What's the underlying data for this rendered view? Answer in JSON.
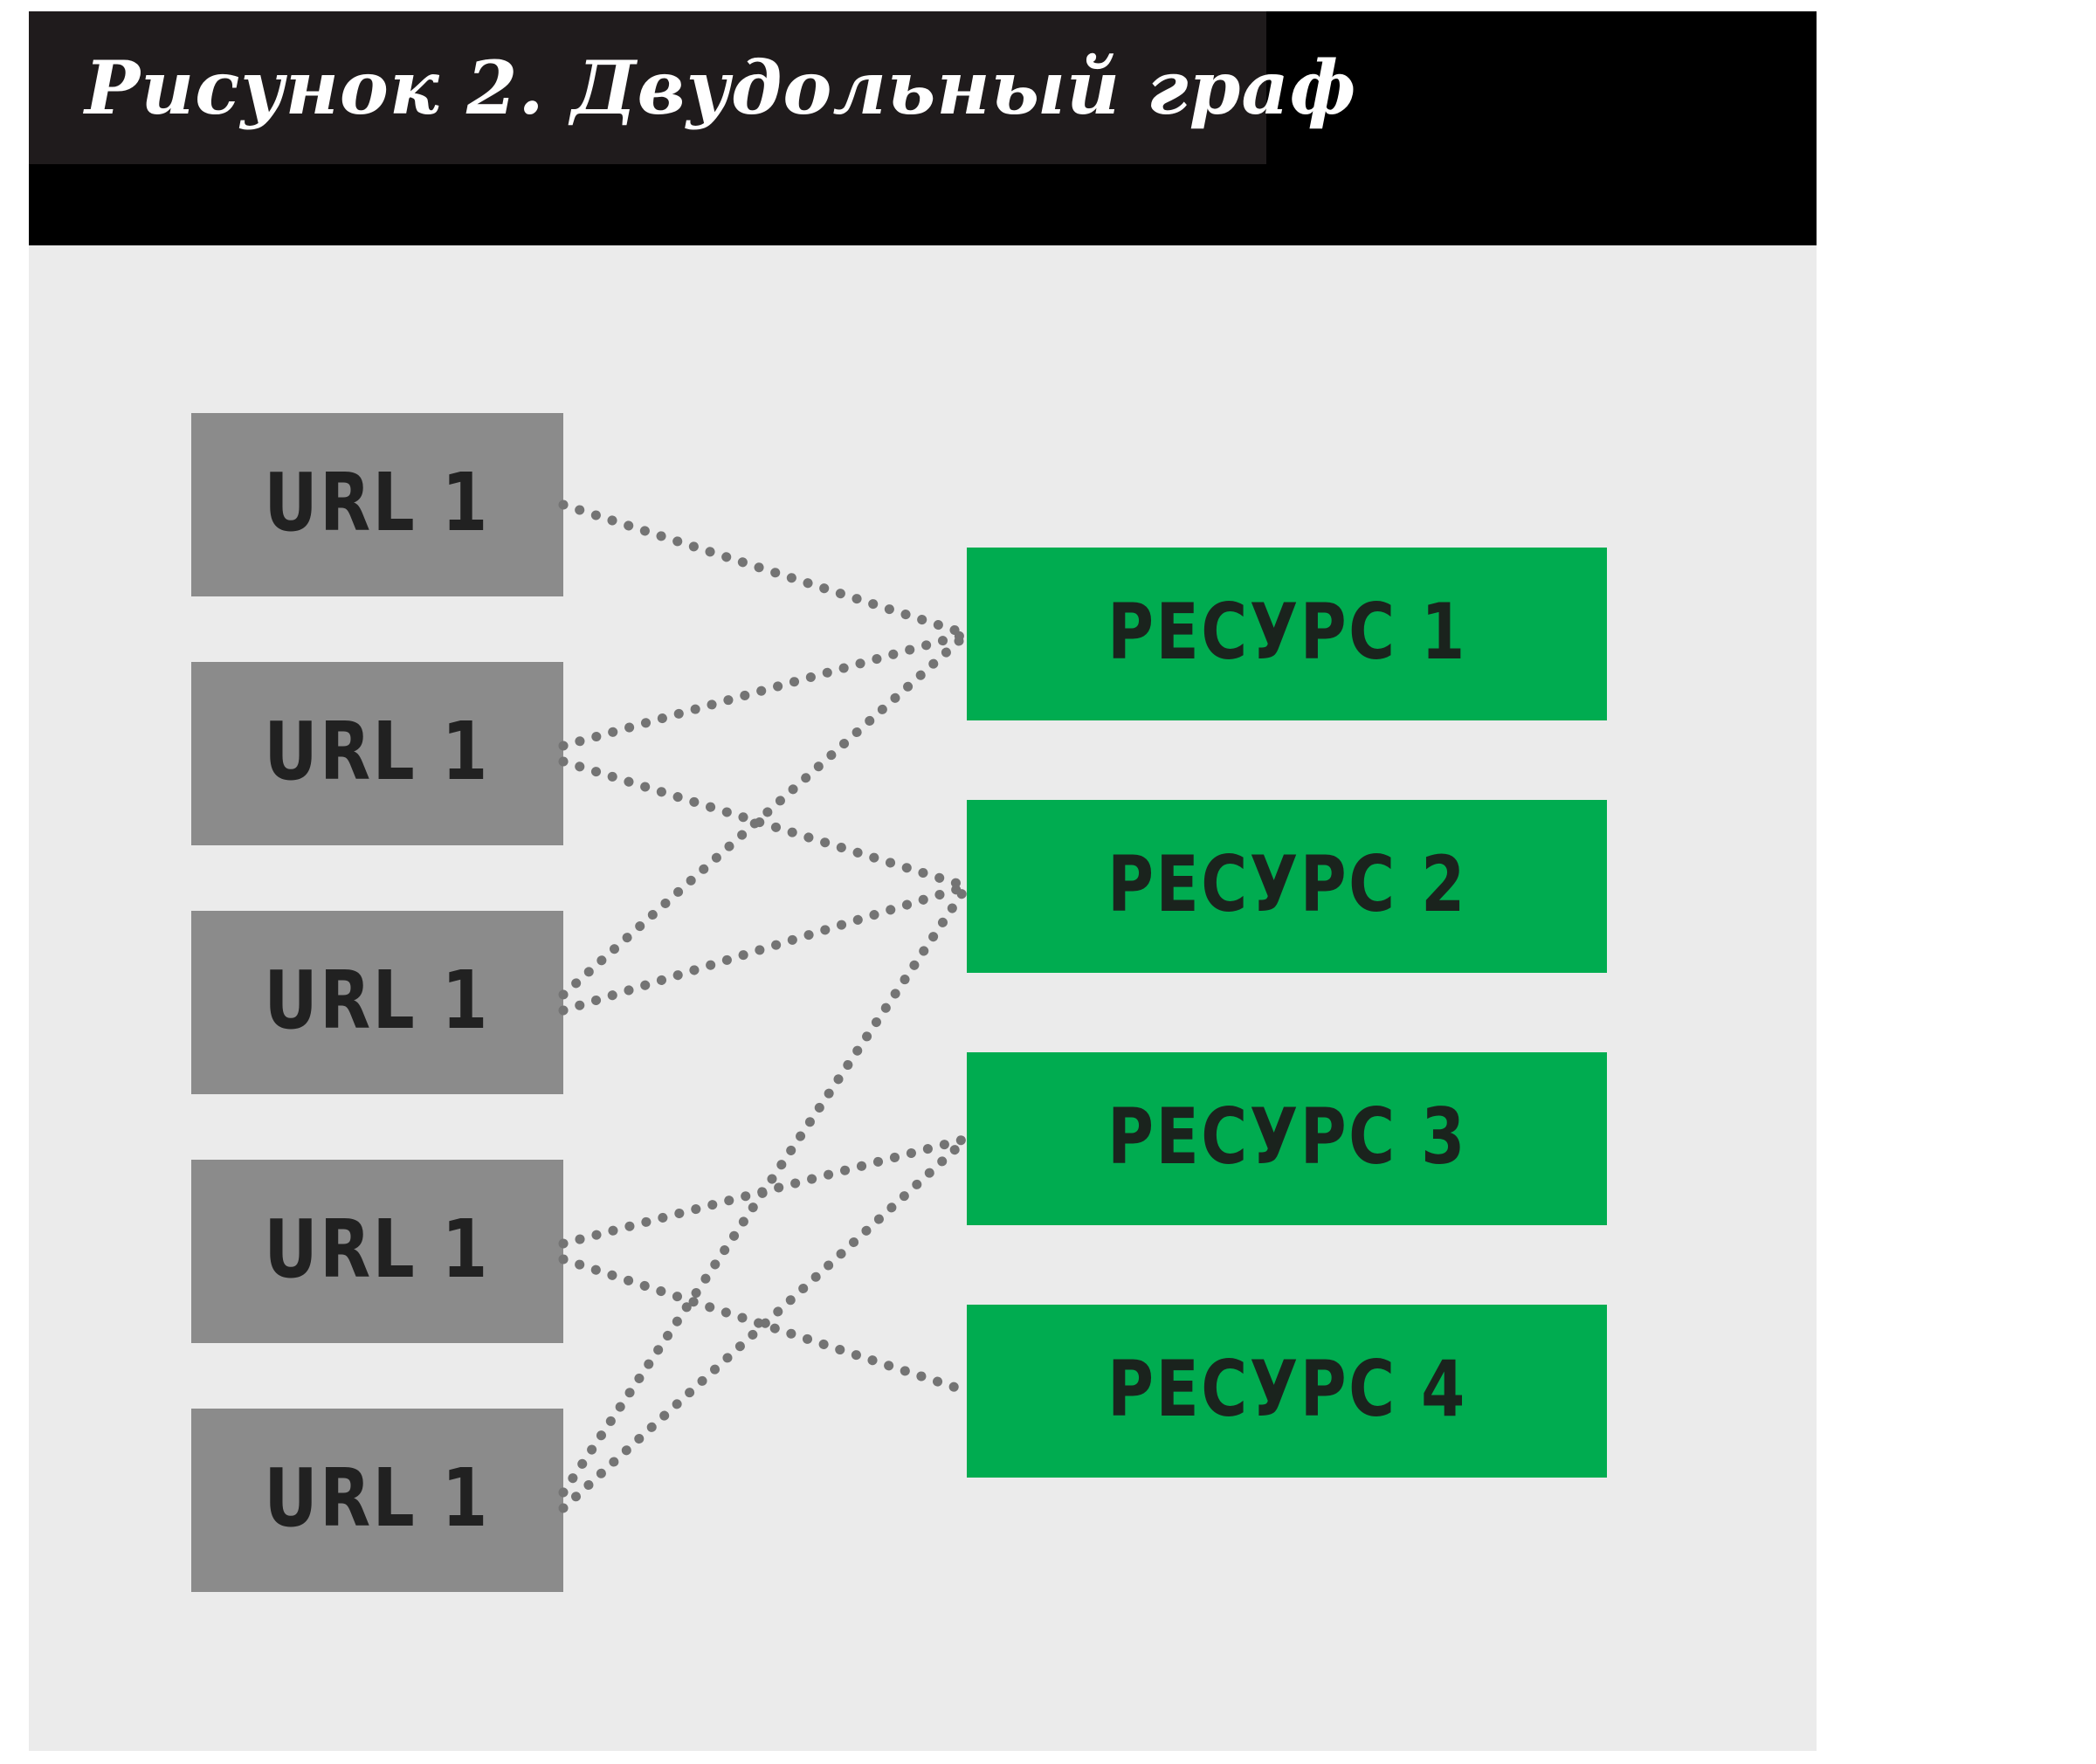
{
  "header": {
    "title": "Рисунок 2. Двудольный граф",
    "bar_color": "#000000",
    "title_box_color": "#1f1b1c",
    "title_color": "#ffffff"
  },
  "canvas": {
    "background": "#ebebeb"
  },
  "diagram": {
    "url_nodes": [
      {
        "id": "url-1",
        "label": "URL 1"
      },
      {
        "id": "url-2",
        "label": "URL 1"
      },
      {
        "id": "url-3",
        "label": "URL 1"
      },
      {
        "id": "url-4",
        "label": "URL 1"
      },
      {
        "id": "url-5",
        "label": "URL 1"
      }
    ],
    "resource_nodes": [
      {
        "id": "resource-1",
        "label": "РЕСУРС 1"
      },
      {
        "id": "resource-2",
        "label": "РЕСУРС 2"
      },
      {
        "id": "resource-3",
        "label": "РЕСУРС 3"
      },
      {
        "id": "resource-4",
        "label": "РЕСУРС 4"
      }
    ],
    "edges": [
      {
        "from_url": 1,
        "to_resource": 1
      },
      {
        "from_url": 2,
        "to_resource": 1
      },
      {
        "from_url": 2,
        "to_resource": 2
      },
      {
        "from_url": 3,
        "to_resource": 1
      },
      {
        "from_url": 3,
        "to_resource": 2
      },
      {
        "from_url": 4,
        "to_resource": 3
      },
      {
        "from_url": 4,
        "to_resource": 4
      },
      {
        "from_url": 5,
        "to_resource": 2
      },
      {
        "from_url": 5,
        "to_resource": 3
      }
    ],
    "colors": {
      "url_node": "#8b8b8b",
      "url_label": "#212121",
      "resource_node": "#00ac50",
      "resource_label": "#1a231d",
      "edge_dots": "#747474"
    }
  }
}
